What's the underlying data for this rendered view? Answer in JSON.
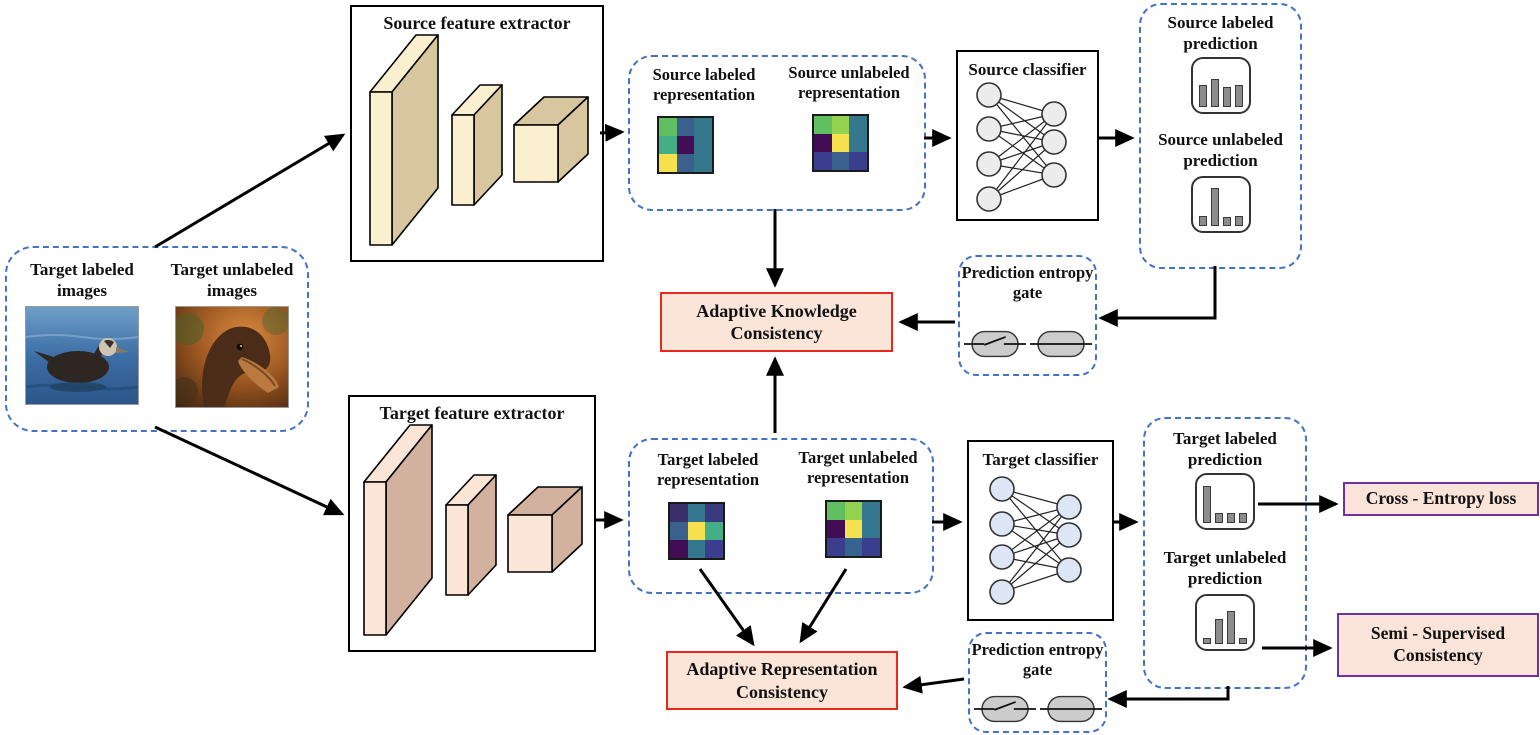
{
  "colors": {
    "dashed_border": "#4472C4",
    "consistency_fill": "#FBE5D9",
    "consistency_border": "#E8291C",
    "loss_fill": "#FAE3D9",
    "loss_border": "#7030A0",
    "source_block_front": "#FAF0D0",
    "source_block_side": "#D8C79E",
    "target_block_front": "#FAE5D6",
    "target_block_side": "#D2B29E",
    "source_node_fill": "#ECECEC",
    "target_node_fill": "#DCE6F5",
    "gate_fill": "#CCCCCC",
    "bar_fill": "#8C8C8C"
  },
  "input": {
    "labeled_title": "Target labeled images",
    "unlabeled_title": "Target unlabeled images"
  },
  "source": {
    "extractor_title": "Source feature extractor",
    "classifier_title": "Source classifier",
    "labeled_representation_title": "Source labeled representation",
    "unlabeled_representation_title": "Source unlabeled representation",
    "labeled_cells": [
      "#5FBF61",
      "#3A608E",
      "#35788E",
      "#46AE86",
      "#420D54",
      "#35788E",
      "#F5E14E",
      "#3A608E",
      "#35788E"
    ],
    "unlabeled_cells": [
      "#5FBF61",
      "#94D34F",
      "#35788E",
      "#420D54",
      "#F5E14E",
      "#35788E",
      "#3B3E8C",
      "#3A608E",
      "#3B3E8C"
    ],
    "labeled_prediction_title": "Source labeled prediction",
    "unlabeled_prediction_title": "Source unlabeled prediction",
    "labeled_bars": [
      52,
      66,
      48,
      52
    ],
    "unlabeled_bars": [
      22,
      88,
      20,
      24
    ]
  },
  "target": {
    "extractor_title": "Target feature extractor",
    "classifier_title": "Target classifier",
    "labeled_representation_title": "Target labeled representation",
    "unlabeled_representation_title": "Target unlabeled representation",
    "labeled_cells": [
      "#3B2F6B",
      "#35788E",
      "#3B3A7E",
      "#3A608E",
      "#F5E14E",
      "#46AE86",
      "#420D54",
      "#35788E",
      "#3B3E8C"
    ],
    "unlabeled_cells": [
      "#5FBF61",
      "#94D34F",
      "#35788E",
      "#420D54",
      "#F5E14E",
      "#35788E",
      "#3B3E8C",
      "#36648E",
      "#3B3E8C"
    ],
    "labeled_prediction_title": "Target labeled prediction",
    "unlabeled_prediction_title": "Target unlabeled prediction",
    "labeled_bars": [
      88,
      24,
      24,
      24
    ],
    "unlabeled_bars": [
      14,
      58,
      76,
      14
    ]
  },
  "modules": {
    "adaptive_knowledge": "Adaptive Knowledge Consistency",
    "adaptive_representation": "Adaptive Representation Consistency",
    "entropy_gate_top": "Prediction entropy gate",
    "entropy_gate_bottom": "Prediction entropy gate",
    "cross_entropy": "Cross - Entropy loss",
    "semi_supervised": "Semi - Supervised Consistency"
  }
}
